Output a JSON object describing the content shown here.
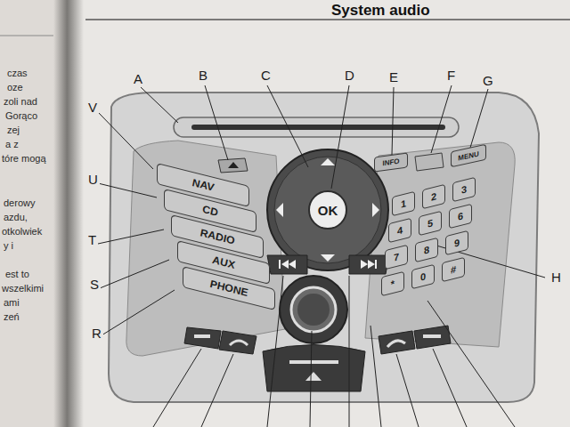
{
  "diagram": {
    "title": "System audio",
    "nodes": [
      {
        "text": [
          "NAV"
        ]
      },
      {
        "text": [
          "CD"
        ]
      },
      {
        "text": [
          "RADIO"
        ]
      },
      {
        "text": [
          "AUX"
        ]
      },
      {
        "text": [
          "PHONE"
        ]
      },
      {
        "text": [
          "OK"
        ]
      },
      {
        "text": [
          "INFO"
        ]
      },
      {
        "text": [
          "MENU"
        ]
      },
      {
        "text": [
          "1"
        ]
      },
      {
        "text": [
          "2"
        ]
      },
      {
        "text": [
          "3"
        ]
      },
      {
        "text": [
          "4"
        ]
      },
      {
        "text": [
          "5"
        ]
      },
      {
        "text": [
          "6"
        ]
      },
      {
        "text": [
          "7"
        ]
      },
      {
        "text": [
          "8"
        ]
      },
      {
        "text": [
          "9"
        ]
      },
      {
        "text": [
          "*"
        ]
      },
      {
        "text": [
          "0"
        ]
      },
      {
        "text": [
          "#"
        ]
      }
    ],
    "labels": [
      "A",
      "B",
      "C",
      "D",
      "E",
      "F",
      "G",
      "H",
      "V",
      "U",
      "T",
      "S",
      "R",
      "czas",
      "oze",
      "zoli nad",
      "Gorąco",
      "zej",
      "a z",
      "tóre mogą",
      "derowy",
      "azdu,",
      "otkolwiek",
      "y i",
      "est to",
      "wszelkimi",
      "ami",
      "zeń"
    ]
  }
}
